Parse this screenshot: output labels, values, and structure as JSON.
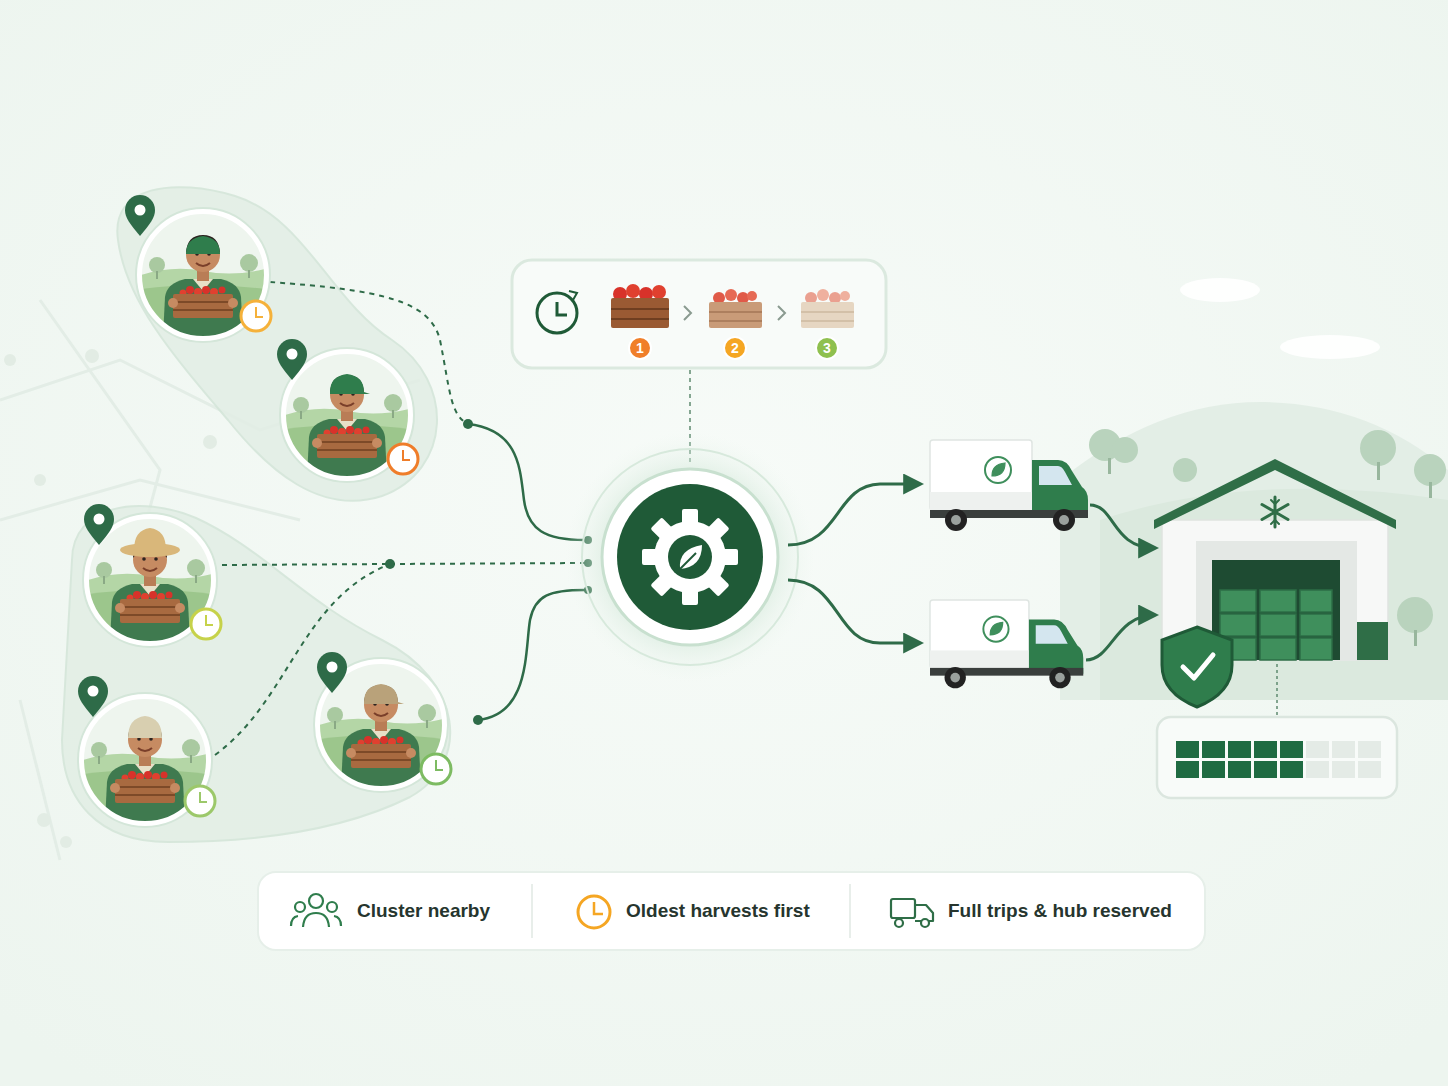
{
  "diagram": {
    "nodes": [
      {
        "text": [
          "1"
        ]
      },
      {
        "text": [
          "2"
        ]
      },
      {
        "text": [
          "3"
        ]
      }
    ],
    "legend": [
      {
        "text": "Cluster nearby"
      },
      {
        "text": "Oldest harvests first"
      },
      {
        "text": "Full trips & hub reserved"
      }
    ]
  }
}
